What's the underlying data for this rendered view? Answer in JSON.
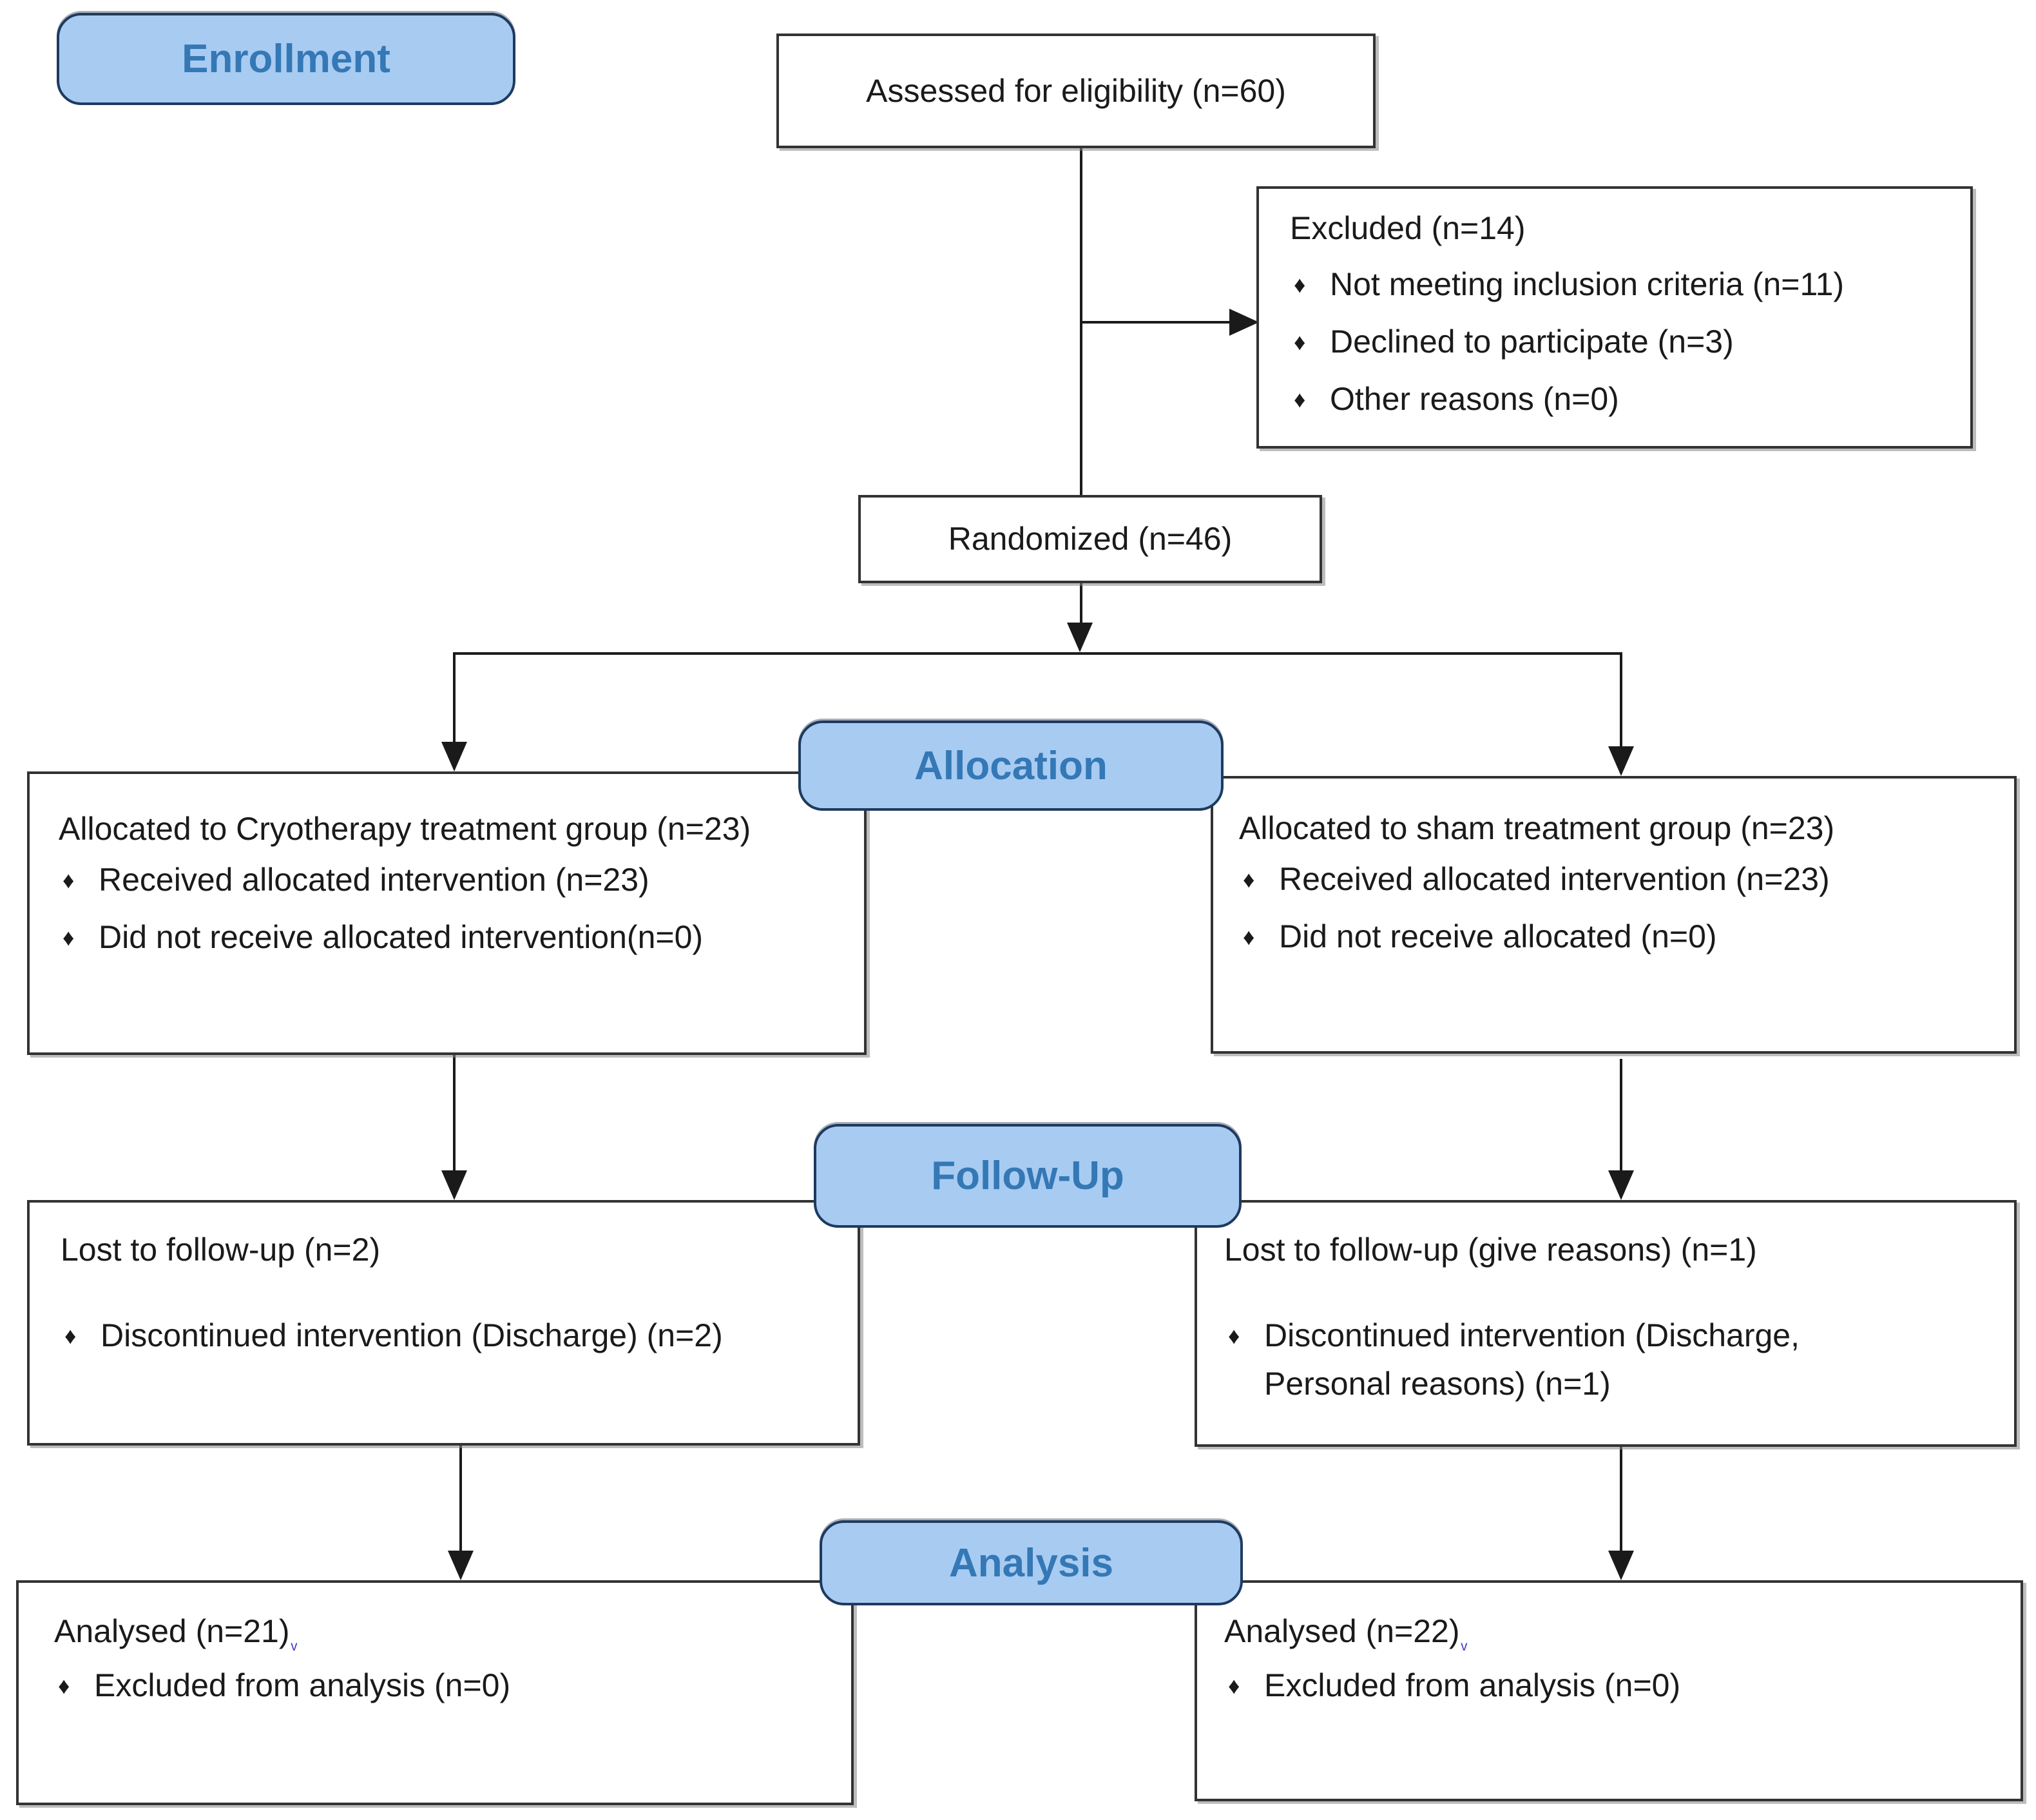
{
  "glyphs": {
    "bullet": "♦",
    "stray_mark": "ᵥ"
  },
  "colors": {
    "label_fill": "#a8cbf2",
    "label_border": "#1e3a5f",
    "label_text": "#3478b5",
    "box_border": "#333333",
    "line_color": "#1a1a1a",
    "text_color": "#1a1a1a",
    "stray_color": "#3a3ac8"
  },
  "stages": {
    "enrollment": "Enrollment",
    "allocation": "Allocation",
    "followup": "Follow-Up",
    "analysis": "Analysis"
  },
  "boxes": {
    "assessed": {
      "text": "Assessed for eligibility (n=60)"
    },
    "excluded": {
      "title": "Excluded (n=14)",
      "bullets": [
        "Not meeting inclusion criteria (n=11)",
        "Declined to participate (n=3)",
        "Other reasons (n=0)"
      ]
    },
    "randomized": {
      "text": "Randomized (n=46)"
    },
    "allocated_cryotherapy": {
      "title": "Allocated to Cryotherapy treatment group (n=23)",
      "bullets": [
        "Received allocated intervention (n=23)",
        "Did not receive allocated intervention(n=0)"
      ]
    },
    "allocated_sham": {
      "title": "Allocated to sham treatment group (n=23)",
      "bullets": [
        "Received allocated intervention (n=23)",
        "Did not receive allocated (n=0)"
      ]
    },
    "lost_cryotherapy": {
      "title": "Lost to follow-up (n=2)",
      "bullets": [
        "Discontinued intervention (Discharge) (n=2)"
      ]
    },
    "lost_sham": {
      "title": "Lost to follow-up (give reasons) (n=1)",
      "bullets": [
        "Discontinued intervention (Discharge, Personal reasons) (n=1)"
      ]
    },
    "analysed_cryotherapy": {
      "title": "Analysed (n=21)",
      "bullets": [
        "Excluded from analysis (n=0)"
      ]
    },
    "analysed_sham": {
      "title": "Analysed (n=22)",
      "bullets": [
        "Excluded from analysis (n=0)"
      ]
    }
  }
}
